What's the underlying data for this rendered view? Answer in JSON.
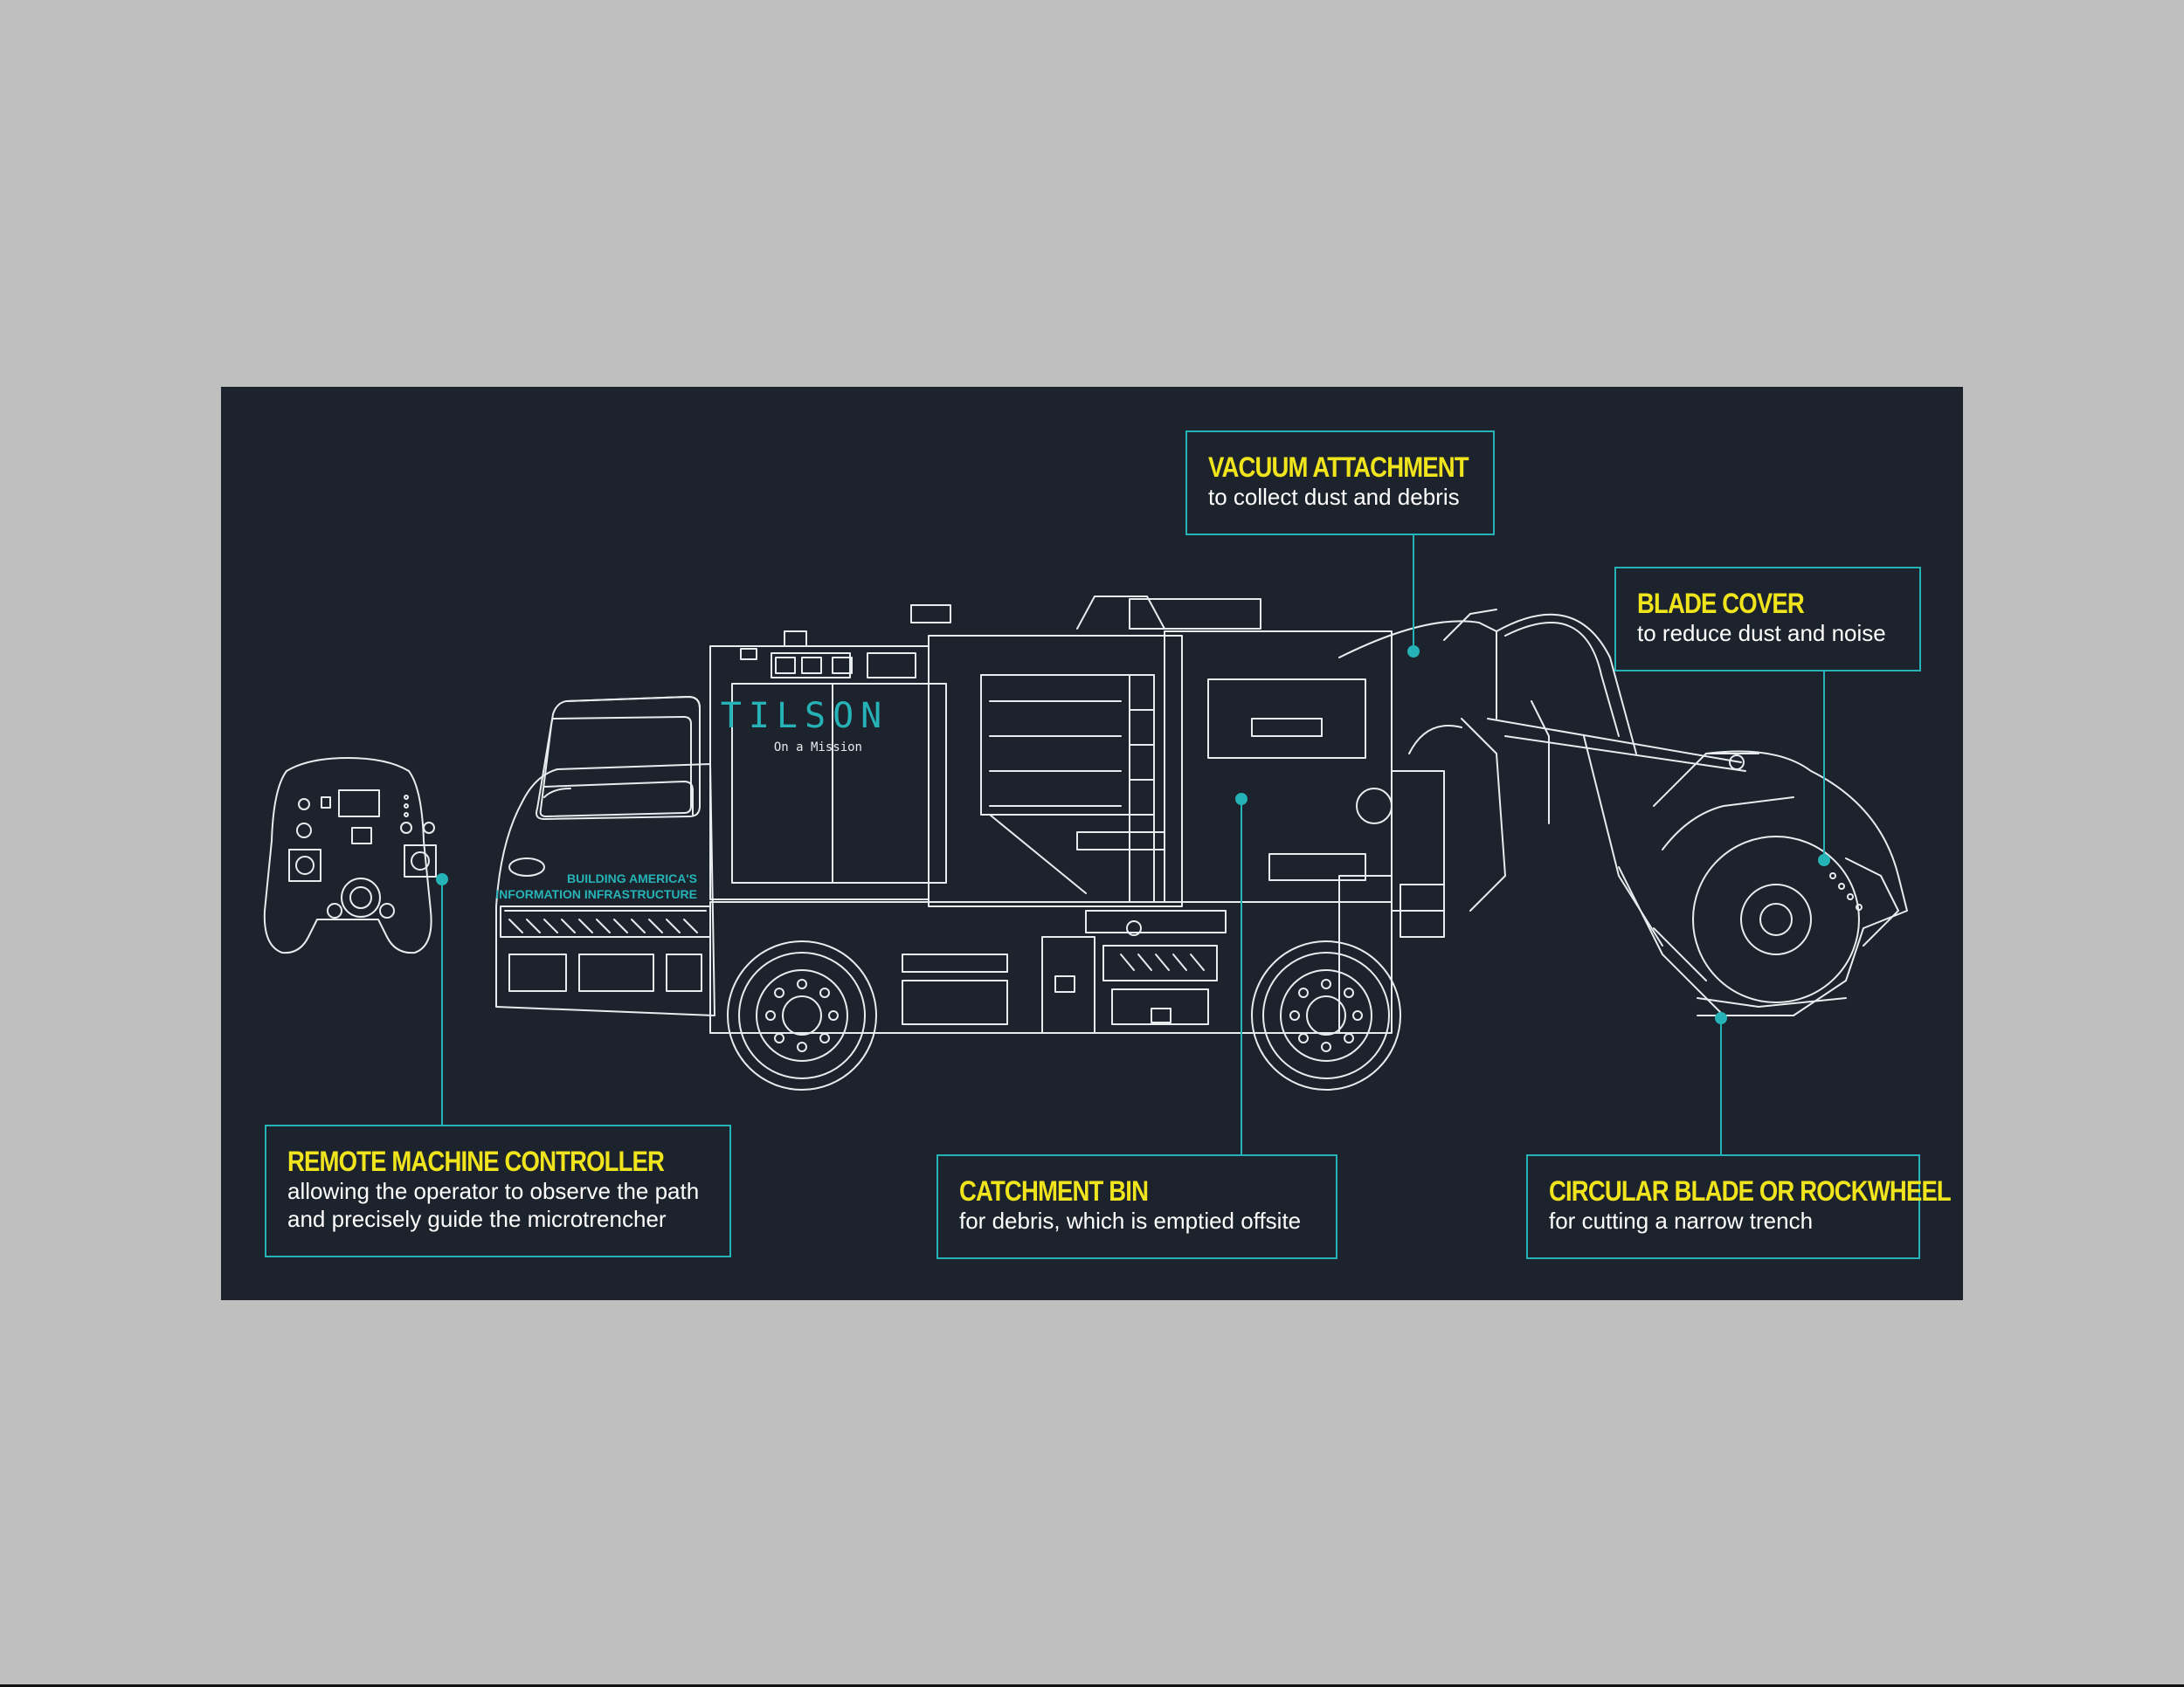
{
  "brand": {
    "name": "TILSON",
    "tagline": "On a Mission",
    "slogan_line1": "BUILDING AMERICA'S",
    "slogan_line2": "INFORMATION INFRASTRUCTURE"
  },
  "callouts": {
    "vacuum": {
      "title": "VACUUM ATTACHMENT",
      "desc": "to collect dust and debris"
    },
    "blade_cover": {
      "title": "BLADE COVER",
      "desc": "to reduce dust and noise"
    },
    "remote": {
      "title": "REMOTE MACHINE CONTROLLER",
      "desc1": "allowing the operator to observe the path",
      "desc2": "and precisely guide the microtrencher"
    },
    "catchment": {
      "title": "CATCHMENT BIN",
      "desc": "for debris, which is emptied offsite"
    },
    "blade": {
      "title": "CIRCULAR BLADE OR ROCKWHEEL",
      "desc": "for cutting a narrow trench"
    }
  },
  "colors": {
    "background": "#bfbfbf",
    "panel": "#1d232c",
    "accent": "#26b3b7",
    "title": "#f0e51c",
    "line_art": "#e8ecef"
  }
}
